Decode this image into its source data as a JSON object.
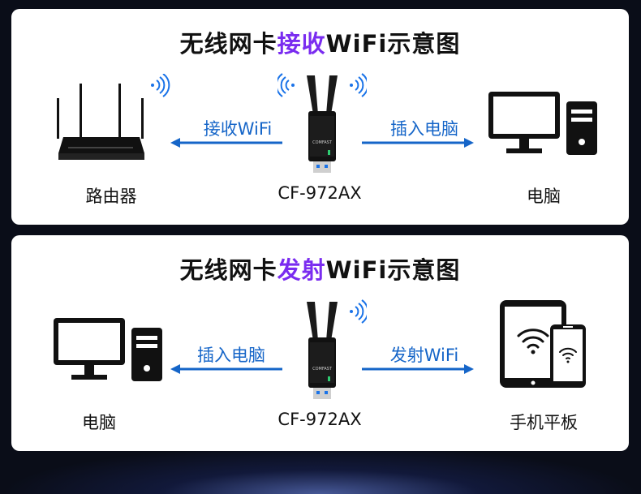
{
  "panel_receive": {
    "title_prefix": "无线网卡",
    "title_accent": "接收",
    "title_suffix": "WiFi示意图",
    "left_device_label": "路由器",
    "center_device_label": "CF-972AX",
    "right_device_label": "电脑",
    "left_arrow_label": "接收WiFi",
    "right_arrow_label": "插入电脑"
  },
  "panel_transmit": {
    "title_prefix": "无线网卡",
    "title_accent": "发射",
    "title_suffix": "WiFi示意图",
    "left_device_label": "电脑",
    "center_device_label": "CF-972AX",
    "right_device_label": "手机平板",
    "left_arrow_label": "插入电脑",
    "right_arrow_label": "发射WiFi"
  },
  "colors": {
    "accent": "#7a2cf0",
    "arrow_blue": "#1565c8",
    "device_black": "#111111",
    "background": "#0a0d18"
  },
  "icons": [
    "router-icon",
    "usb-wifi-adapter-icon",
    "desktop-pc-icon",
    "tablet-phone-icon",
    "wifi-signal-icon"
  ]
}
